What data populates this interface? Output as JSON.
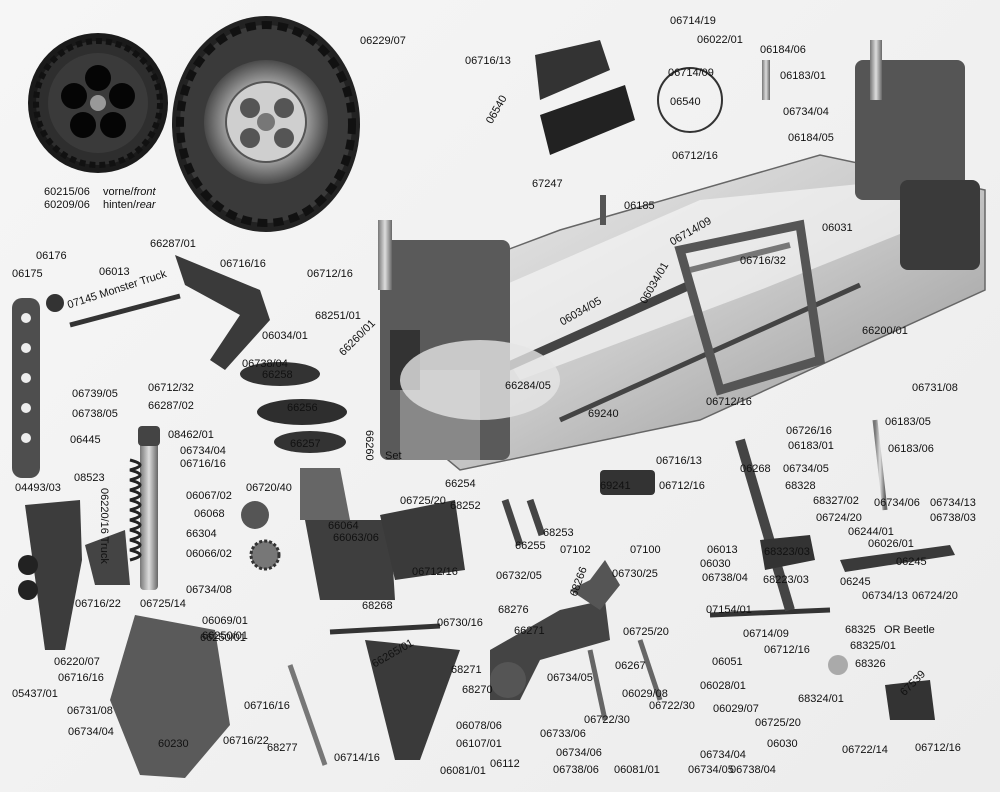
{
  "wheels": {
    "front_rear_1": "60215/06",
    "front_rear_2": "60209/06",
    "front_word": "vorne/",
    "front_word_en": "front",
    "rear_word": "hinten/",
    "rear_word_en": "rear",
    "tire": "06229/07"
  },
  "labels": [
    "06714/19",
    "06022/01",
    "06716/13",
    "06714/09",
    "06540",
    "06540",
    "06184/06",
    "06183/01",
    "06734/04",
    "06184/05",
    "06712/16",
    "67247",
    "06185",
    "66287/01",
    "06716/16",
    "06712/16",
    "06176",
    "06175",
    "06013",
    "07145 Monster Truck",
    "06034/01",
    "06738/04",
    "66258",
    "66260/01",
    "68251/01",
    "06034/05",
    "06034/01",
    "06714/09",
    "06716/32",
    "06031",
    "66200/01",
    "06739/05",
    "06712/32",
    "66287/02",
    "06738/05",
    "08462/01",
    "06445",
    "06734/04",
    "06716/16",
    "66256",
    "66257",
    "66260",
    "Set",
    "66284/05",
    "69240",
    "06712/16",
    "06731/08",
    "06183/05",
    "06726/16",
    "06183/01",
    "06183/06",
    "08523",
    "04493/03",
    "06220/16 Truck",
    "06720/40",
    "06067/02",
    "06068",
    "66304",
    "06066/02",
    "66064",
    "66063/06",
    "66250/01",
    "66254",
    "68252",
    "68253",
    "07102",
    "66255",
    "06725/20",
    "06716/13",
    "69241",
    "06712/16",
    "07100",
    "06268",
    "06734/05",
    "68328",
    "68327/02",
    "06734/06",
    "06734/13",
    "06738/03",
    "68323/03",
    "06724/20",
    "06244/01",
    "06026/01",
    "06245",
    "06245",
    "06734/13",
    "06724/20",
    "06013",
    "06030",
    "06738/04",
    "06732/05",
    "06730/25",
    "68266",
    "68223/03",
    "06734/08",
    "06712/16",
    "06716/22",
    "06725/14",
    "68268",
    "68276",
    "06725/20",
    "07154/01",
    "06714/09",
    "06712/16",
    "68325",
    "OR Beetle",
    "68325/01",
    "06051",
    "68326",
    "06069/01",
    "66250/01",
    "06730/16",
    "66265/01",
    "66271",
    "06220/07",
    "06716/16",
    "06267",
    "06716/16",
    "68271",
    "68270",
    "06734/05",
    "06029/08",
    "06028/01",
    "68324/01",
    "67539",
    "05437/01",
    "06731/08",
    "06734/04",
    "60230",
    "06716/22",
    "06078/06",
    "06107/01",
    "06722/30",
    "06733/06",
    "06722/30",
    "06029/07",
    "06725/20",
    "06030",
    "06722/14",
    "06712/16",
    "68277",
    "06714/16",
    "06081/01",
    "06112",
    "06734/06",
    "06738/06",
    "06081/01",
    "06734/05",
    "06738/04",
    "06734/04"
  ]
}
